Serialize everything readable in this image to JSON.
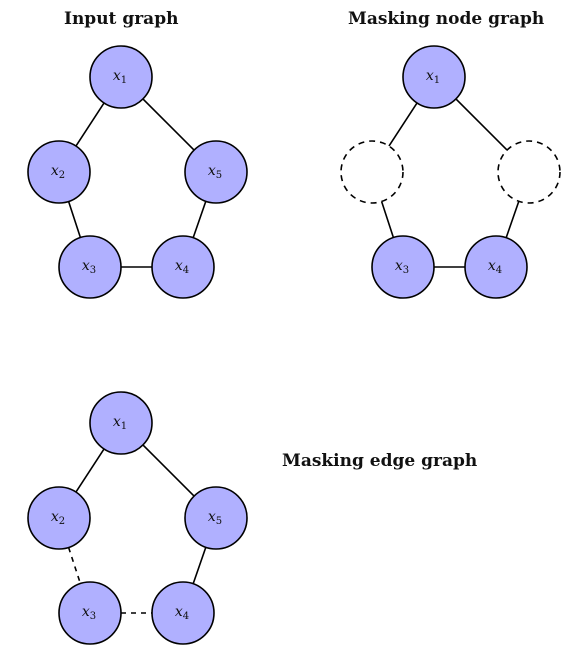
{
  "titles": {
    "input": "Input graph",
    "masking_node": "Masking node graph",
    "masking_edge": "Masking edge graph"
  },
  "colors": {
    "node_fill": "#b0b0ff",
    "stroke": "#000000"
  },
  "nodes": [
    {
      "id": "x1",
      "base": "x",
      "sub": "1"
    },
    {
      "id": "x2",
      "base": "x",
      "sub": "2"
    },
    {
      "id": "x3",
      "base": "x",
      "sub": "3"
    },
    {
      "id": "x4",
      "base": "x",
      "sub": "4"
    },
    {
      "id": "x5",
      "base": "x",
      "sub": "5"
    }
  ],
  "graphs": [
    {
      "id": "input-graph",
      "visible_nodes": [
        "x1",
        "x2",
        "x3",
        "x4",
        "x5"
      ],
      "masked_nodes": [],
      "edges": [
        {
          "from": "x1",
          "to": "x2",
          "style": "solid"
        },
        {
          "from": "x1",
          "to": "x5",
          "style": "solid"
        },
        {
          "from": "x2",
          "to": "x3",
          "style": "solid"
        },
        {
          "from": "x5",
          "to": "x4",
          "style": "solid"
        },
        {
          "from": "x3",
          "to": "x4",
          "style": "solid"
        }
      ]
    },
    {
      "id": "masking-node-graph",
      "visible_nodes": [
        "x1",
        "x3",
        "x4"
      ],
      "masked_nodes": [
        "x2",
        "x5"
      ],
      "edges": [
        {
          "from": "x1",
          "to": "x2",
          "style": "solid"
        },
        {
          "from": "x1",
          "to": "x5",
          "style": "solid"
        },
        {
          "from": "x2",
          "to": "x3",
          "style": "solid"
        },
        {
          "from": "x5",
          "to": "x4",
          "style": "solid"
        },
        {
          "from": "x3",
          "to": "x4",
          "style": "solid"
        }
      ]
    },
    {
      "id": "masking-edge-graph",
      "visible_nodes": [
        "x1",
        "x2",
        "x3",
        "x4",
        "x5"
      ],
      "masked_nodes": [],
      "edges": [
        {
          "from": "x1",
          "to": "x2",
          "style": "solid"
        },
        {
          "from": "x1",
          "to": "x5",
          "style": "solid"
        },
        {
          "from": "x2",
          "to": "x3",
          "style": "dashed"
        },
        {
          "from": "x5",
          "to": "x4",
          "style": "solid"
        },
        {
          "from": "x3",
          "to": "x4",
          "style": "dashed"
        }
      ]
    }
  ]
}
